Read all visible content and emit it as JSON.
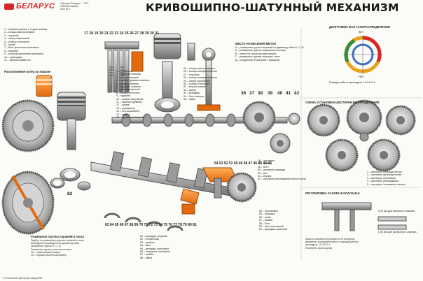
{
  "header": {
    "brand": "БЕЛАРУС",
    "sub_lines": [
      "Тракторы \"Беларус\" – \"321\"",
      "Учебный альбом",
      "Лист № 3"
    ],
    "title": "КРИВОШИПНО-ШАТУННЫЙ МЕХАНИЗМ"
  },
  "left_legend": [
    "1 – вставка стрелки 1 поршн. кольца",
    "2 – кольцо маслосъемное",
    "3 – поршень",
    "4 – палец поршневой",
    "5 – кольцо стопорное",
    "6 – шатун",
    "7 – болт крепления маховика",
    "8 – маховик",
    "9 – шпилька крепления маховика",
    "10 – прокладка",
    "11 – маслоотражатель"
  ],
  "left_section": "Расположение колец на поршне",
  "center_legend": [
    "1 – толкатель",
    "2 – пружина клапана",
    "3 – втулка клапана",
    "4 – шайба пружины клапана",
    "5 – шайба упорная",
    "6 – пружина клапана",
    "7 – клапан впускной",
    "8 – кольцо уплотнит.",
    "9 – пружина",
    "10 – клапан выпускной",
    "11 – тарелка пружины",
    "12 – сухарь",
    "13 – коромысло",
    "14 – ось коромысел",
    "15 – стойка",
    "16 – пружина распорная"
  ],
  "mid_legend": [
    "25 – кольцо маслосъемное",
    "26 – кольцо компрессионное",
    "27 – поршень",
    "28 – кольцо компрессионное",
    "29 – палец поршневой",
    "30 – кольцо стопорное",
    "31 – втулка шатуна",
    "32 – шатун",
    "33 – вкладыш",
    "34 – болт шатуна",
    "35 – гайка"
  ],
  "marks_title": "МЕСТА НАНЕСЕНИЯ МЕТОК",
  "marks_lines": [
    "А – размерные группы поршней по диаметру юбки Б, С, М",
    "Б – размерные группы поршневого пальца",
    "В – метка на торце крышки шатуна",
    "Г – размерные группы коренных шеек",
    "Д – соединение в шатунах с крышкой"
  ],
  "right_legend": [
    "36 – шестерня",
    "37 – шайба",
    "38 – болт",
    "39 – шестерня привода",
    "40 – вал",
    "41 – втулка",
    "42 – шестерня распределительного вала"
  ],
  "gear_legend": [
    "1 – шестерня привода насоса",
    "2 – шестерня промежуточная",
    "3 – шестерня коленвала",
    "4 – шестерня распредвала",
    "5 – шестерня топливного насоса",
    "6 – шестерня масляного насоса"
  ],
  "timing_title": "ДИАГРАММА ФАЗ ГАЗОРАСПРЕДЕЛЕНИЯ",
  "timing_labels": [
    "ВМТ",
    "НМТ",
    "Порядок работы цилиндров 1-5-3-6-2-4"
  ],
  "gears_title": "СХЕМА УСТАНОВКИ ШЕСТЕРЕН РАСПРЕДЕЛЕНИЯ",
  "valve_title": "РЕГУЛИРОВКА ЗАЗОРА В КЛАПАНАХ",
  "valve_note": "0,25 мм для впускного клапана",
  "valve_note2": "0,45 мм для выпускного клапана",
  "bottom_center_legend": [
    "54 – противовес",
    "55 – шпилька",
    "56 – шкив",
    "57 – шайба",
    "58 – болт",
    "59 – вал коленчатый",
    "60 – вкладыш коренной",
    "61 – вкладыш упорный",
    "62 – полукольцо",
    "63 – крышка",
    "64 – болт",
    "65 – вкладыш шатунный",
    "66 – шестерня коленвала",
    "67 – шайба",
    "68 – гайка"
  ],
  "bottom_left_title": "Размерные группы поршней и гильз",
  "bottom_left_lines": [
    "Подбор по размерным группам поршней и гильз",
    "цилиндров производится по диаметру юбки",
    "размерные группы: Б, С, М",
    "Размерные группы коленчатого вала",
    "2Н – номинальный размер",
    "1Н – первый ремонтный размер"
  ],
  "bottom_right_lines": [
    "Зазор в клапанах регулируется на холодном",
    "двигателе, последовательно по порядку работы",
    "цилиндров 1-5-3-6-2-4",
    "Проверить зазор щупом"
  ],
  "numbers_top": [
    "17",
    "18",
    "19",
    "20",
    "21",
    "22",
    "23",
    "24",
    "25",
    "26",
    "27",
    "28",
    "29",
    "30",
    "31"
  ],
  "numbers_mid": [
    "36",
    "37",
    "38",
    "39",
    "40",
    "41",
    "42"
  ],
  "numbers_bottom": [
    "82",
    "63",
    "64",
    "65",
    "66",
    "67",
    "68",
    "69",
    "70",
    "71",
    "72",
    "73",
    "74",
    "75",
    "76",
    "77",
    "78",
    "79",
    "80",
    "81"
  ],
  "numbers_right_cluster": [
    "54",
    "53",
    "52",
    "51",
    "50",
    "49",
    "48",
    "47",
    "46",
    "45",
    "44",
    "43"
  ],
  "footer": "Н-70 Минский тракторный завод 1998"
}
